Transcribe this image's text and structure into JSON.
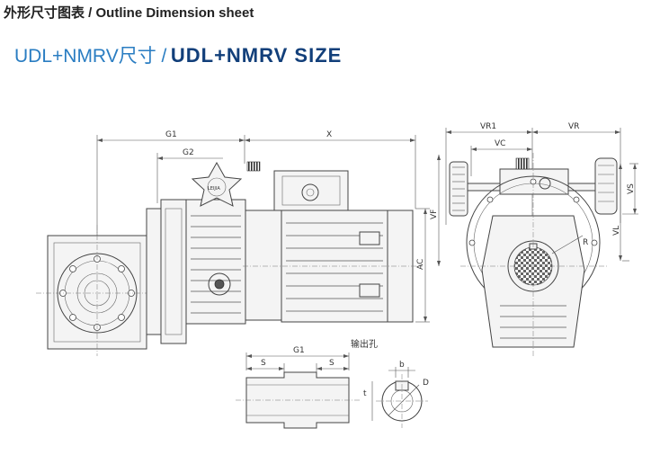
{
  "page": {
    "heading": "外形尺寸图表 / Outline Dimension sheet",
    "subtitle_light": "UDL+NMRV尺寸 /",
    "subtitle_bold": "UDL+NMRV SIZE"
  },
  "drawing": {
    "dims": {
      "g1": "G1",
      "g2": "G2",
      "x": "X",
      "vr1": "VR1",
      "vr": "VR",
      "vc": "VC",
      "vs": "VS",
      "vl": "VL",
      "vf": "VF",
      "ac": "AC",
      "r": "R"
    },
    "shaft": {
      "title": "输出孔",
      "g1": "G1",
      "s_left": "S",
      "s_right": "S",
      "b": "b",
      "d": "D",
      "t": "t"
    },
    "knob_text": "LEIJIA"
  }
}
